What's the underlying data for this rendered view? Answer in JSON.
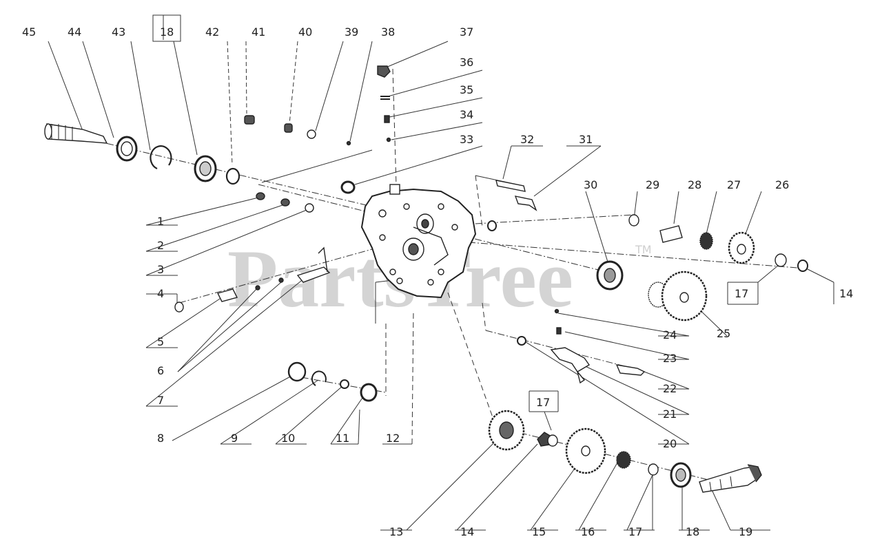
{
  "watermark": {
    "text": "PartsTree",
    "mark": "TM",
    "color": "#d4d4d4"
  },
  "ink_color": "#2a2a2a",
  "callouts": [
    "1",
    "2",
    "3",
    "4",
    "5",
    "6",
    "7",
    "8",
    "9",
    "10",
    "11",
    "12",
    "13",
    "14",
    "15",
    "16",
    "17",
    "18",
    "19",
    "20",
    "21",
    "22",
    "23",
    "24",
    "25",
    "26",
    "27",
    "28",
    "29",
    "30",
    "31",
    "32",
    "33",
    "34",
    "35",
    "36",
    "37",
    "38",
    "39",
    "40",
    "41",
    "42",
    "43",
    "44",
    "45"
  ],
  "boxed_callouts": [
    "18",
    "17",
    "17",
    "14"
  ]
}
